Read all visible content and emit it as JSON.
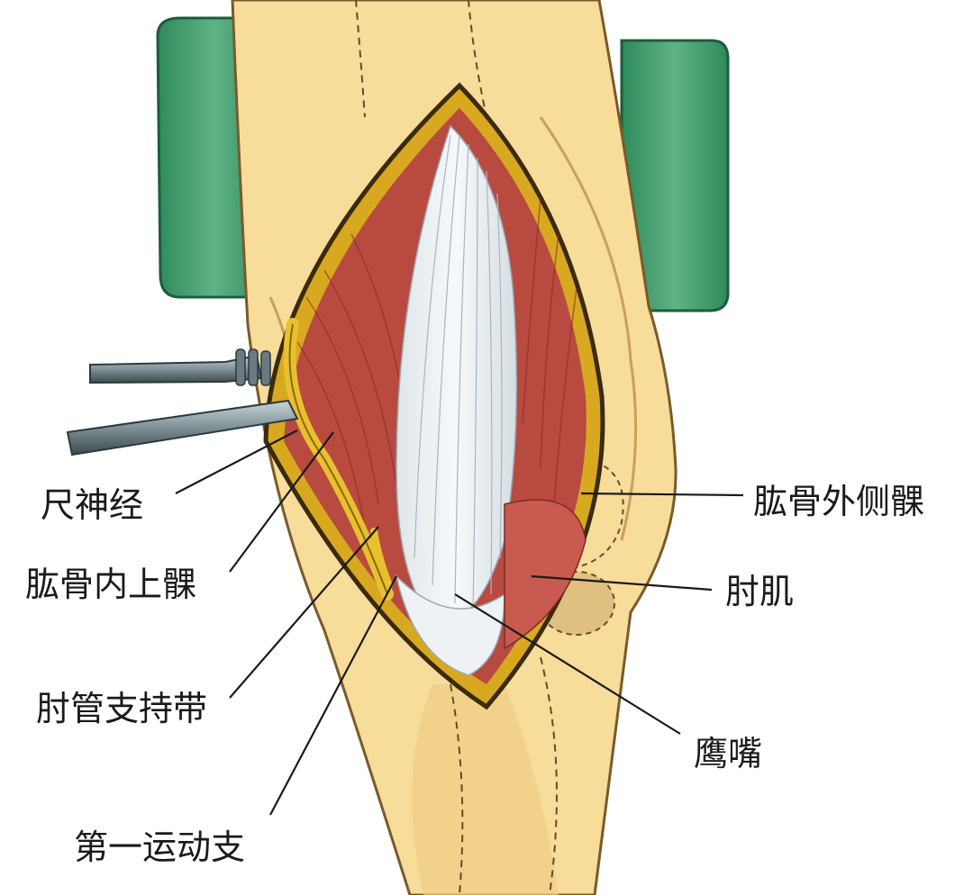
{
  "labels": {
    "ulnar_nerve": "尺神经",
    "medial_epicondyle": "肱骨内上髁",
    "cubital_tunnel_retinaculum": "肘管支持带",
    "first_motor_branch": "第一运动支",
    "lateral_epicondyle": "肱骨外侧髁",
    "anconeus": "肘肌",
    "olecranon": "鹰嘴"
  },
  "colors": {
    "skin": "#f7dc9a",
    "skin_shadow": "#e8c47a",
    "drape": "#3f9a6a",
    "muscle": "#c85a50",
    "tendon": "#e8eef2",
    "wound_edge": "#d8a820",
    "nerve": "#e8c030",
    "retractor": "#8a9aa0"
  }
}
